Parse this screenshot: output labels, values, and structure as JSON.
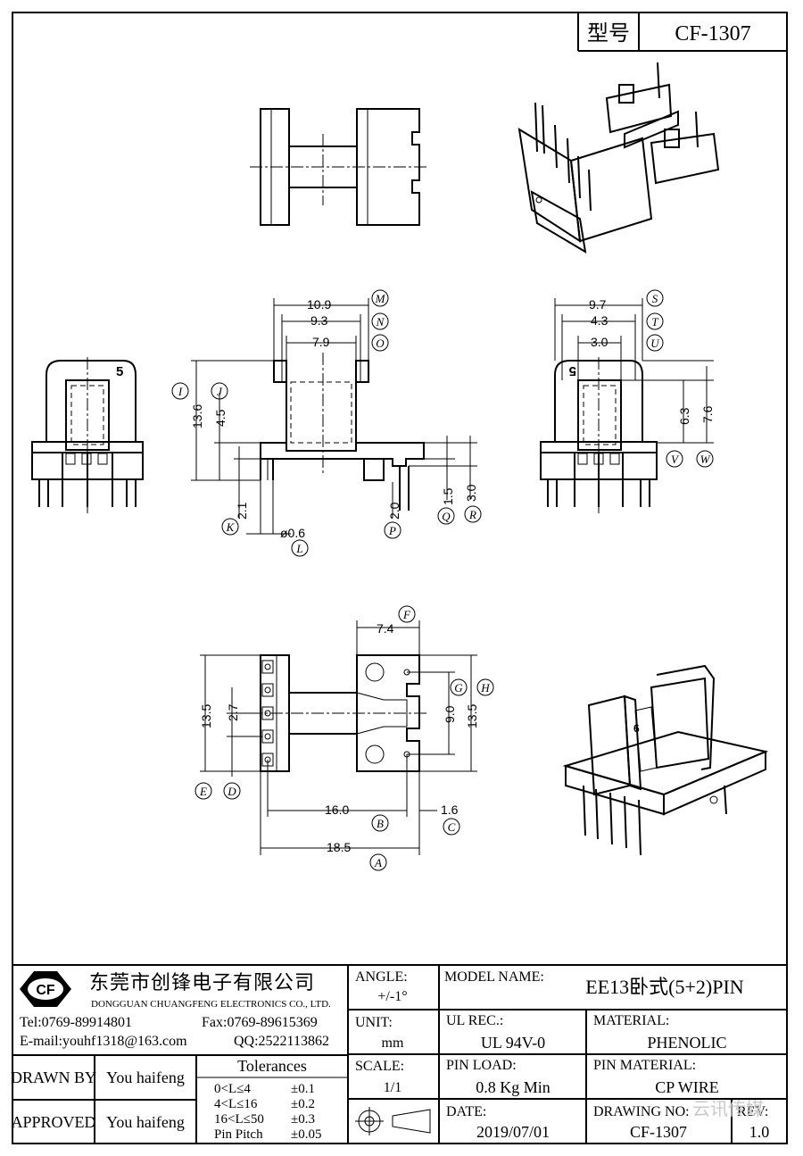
{
  "header": {
    "model_label": "型号",
    "model_value": "CF-1307"
  },
  "dimensions": {
    "side_view": {
      "m": "10.9",
      "n": "9.3",
      "o": "7.9",
      "i": "13.6",
      "j": "4.5",
      "k": "2.1",
      "l": "ø0.6",
      "p": "2.0",
      "q": "1.5",
      "r": "3.0"
    },
    "end_view": {
      "s": "9.7",
      "t": "4.3",
      "u": "3.0",
      "v": "6.3",
      "w": "7.6"
    },
    "bottom_view": {
      "f": "7.4",
      "g_h_inner": "9.0",
      "h": "13.5",
      "left_height": "13.5",
      "d": "2.7",
      "b": "16.0",
      "c": "1.6",
      "a": "18.5"
    },
    "letters": [
      "M",
      "N",
      "O",
      "I",
      "J",
      "K",
      "L",
      "P",
      "Q",
      "R",
      "S",
      "T",
      "U",
      "V",
      "W",
      "F",
      "G",
      "H",
      "E",
      "D",
      "B",
      "C",
      "A"
    ],
    "pin_mark_front": "5",
    "pin_mark_end": "5"
  },
  "title_block": {
    "company_cn": "东莞市创锋电子有限公司",
    "company_en": "DONGGUAN CHUANGFENG ELECTRONICS CO., LTD.",
    "logo_text": "CF",
    "tel": "Tel:0769-89914801",
    "fax": "Fax:0769-89615369",
    "email": "E-mail:youhf1318@163.com",
    "qq": "QQ:2522113862",
    "angle_label": "ANGLE:",
    "angle_value": "+/-1°",
    "unit_label": "UNIT:",
    "unit_value": "mm",
    "scale_label": "SCALE:",
    "scale_value": "1/1",
    "model_name_label": "MODEL NAME:",
    "model_name_value": "EE13卧式(5+2)PIN",
    "ul_label": "UL REC.:",
    "ul_value": "UL 94V-0",
    "material_label": "MATERIAL:",
    "material_value": "PHENOLIC",
    "pin_load_label": "PIN LOAD:",
    "pin_load_value": "0.8 Kg Min",
    "pin_material_label": "PIN MATERIAL:",
    "pin_material_value": "CP WIRE",
    "date_label": "DATE:",
    "date_value": "2019/07/01",
    "drawing_no_label": "DRAWING NO:",
    "drawing_no_value": "CF-1307",
    "rev_label": "REV:",
    "rev_value": "1.0",
    "drawn_by_label": "DRAWN BY",
    "drawn_by_value": "You haifeng",
    "approved_label": "APPROVED",
    "approved_value": "You haifeng",
    "tolerances_title": "Tolerances",
    "tolerances": [
      {
        "range": "0<L≤4",
        "value": "±0.1"
      },
      {
        "range": "4<L≤16",
        "value": "±0.2"
      },
      {
        "range": "16<L≤50",
        "value": "±0.3"
      },
      {
        "range": "Pin Pitch",
        "value": "±0.05"
      }
    ],
    "watermark": "云讯传媒"
  }
}
